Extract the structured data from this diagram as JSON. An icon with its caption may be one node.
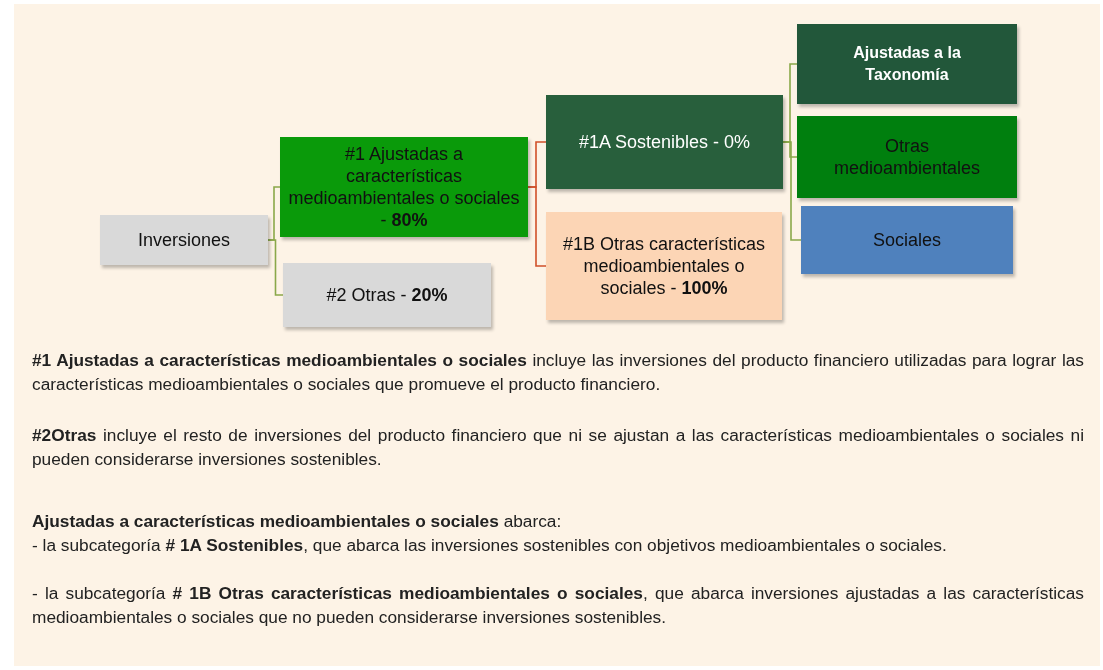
{
  "diagram": {
    "nodes": [
      {
        "text": [
          "Inversiones"
        ]
      },
      {
        "text": [
          "#1 Ajustadas a características medioambientales o sociales - **80%**"
        ]
      },
      {
        "text": [
          "#2 Otras - **20%**"
        ]
      },
      {
        "text": [
          "#1A Sostenibles - 0%"
        ]
      },
      {
        "text": [
          "#1B Otras características medioambientales o sociales - **100%**"
        ]
      },
      {
        "text": [
          "Ajustadas a la Taxonomía"
        ]
      },
      {
        "text": [
          "Otras medioambientales"
        ]
      },
      {
        "text": [
          "Sociales"
        ]
      }
    ],
    "edges": [
      {
        "from": 0,
        "to": 1,
        "arrow": "none"
      },
      {
        "from": 0,
        "to": 2,
        "arrow": "none"
      },
      {
        "from": 1,
        "to": 3,
        "arrow": "none",
        "color": "#d0502a"
      },
      {
        "from": 1,
        "to": 4,
        "arrow": "none",
        "color": "#d0502a"
      },
      {
        "from": 3,
        "to": 5,
        "arrow": "none"
      },
      {
        "from": 3,
        "to": 6,
        "arrow": "none"
      },
      {
        "from": 3,
        "to": 7,
        "arrow": "none"
      }
    ],
    "labels": [
      "**#1 Ajustadas a características medioambientales o sociales** incluye las inversiones del producto financiero utilizadas para lograr las características medioambientales o sociales que promueve el producto financiero.",
      "**#2Otras** incluye el resto de inversiones del producto financiero que ni se ajustan a las características medioambientales o sociales ni pueden considerarse inversiones sostenibles.",
      "**Ajustadas a características medioambientales o sociales** abarca:",
      "- la subcategoría **# 1A Sostenibles**, que abarca las inversiones sostenibles con objetivos medioambientales o sociales.",
      "- la subcategoría **# 1B Otras características medioambientales o sociales**, que abarca inversiones ajustadas a las características medioambientales o sociales que no pueden considerarse inversiones sostenibles."
    ]
  }
}
